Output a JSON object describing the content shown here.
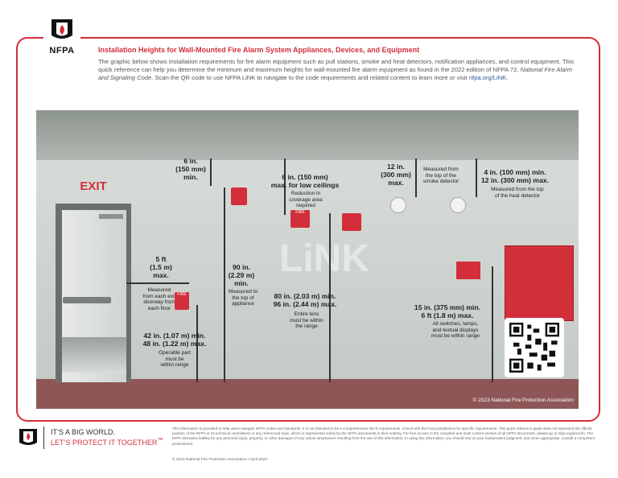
{
  "header": {
    "logo_text": "NFPA",
    "title": "Installation Heights for Wall-Mounted Fire Alarm System Appliances, Devices, and Equipment",
    "intro_1": "The graphic below shows installation requirements for fire alarm equipment such as pull stations, smoke and heat detectors, notification appliances, and control equipment. This quick reference can help you determine the minimum and maximum heights for wall-mounted fire alarm equipment as found in the 2022 edition of NFPA 72",
    "intro_italic": "National Fire Alarm and Signaling Code",
    "intro_2": ". Scan the QR code to use NFPA LiNK",
    "intro_3": " to navigate to the code requirements and related content to learn more or visit ",
    "intro_link": "nfpa.org/LiNK",
    "intro_end": "."
  },
  "scene": {
    "exit_sign": "EXIT",
    "watermark": "LiNK",
    "copyright": "© 2023 National Fire Protection Association",
    "door_dist": {
      "value": "5 ft\n(1.5 m)\nmax.",
      "note": "Measured\nfrom each exit\ndoorway from\neach floor"
    },
    "pull_station": {
      "value": "42 in. (1.07 m) min.\n48 in. (1.22 m) max.",
      "note": "Operable part\nmust be\nwithin range"
    },
    "strobe_ceiling": {
      "value": "6 in.\n(150 mm)\nmin."
    },
    "strobe_height": {
      "value": "90 in.\n(2.29 m)\nmin.",
      "note": "Measured to\nthe top of\nappliance"
    },
    "low_ceiling": {
      "value": "6 in. (150 mm)\nmax. for low ceilings",
      "note": "Reduction in\ncoverage area\nrequired"
    },
    "lens_range": {
      "value": "80 in. (2.03 m) min.\n96 in. (2.44 m) max.",
      "note": "Entire lens\nmust be within\nthe range"
    },
    "smoke": {
      "value": "12 in.\n(300 mm)\nmax.",
      "note": "Measured from\nthe top of the\nsmoke detector"
    },
    "heat": {
      "value": "4 in. (100 mm) min.\n12 in. (300 mm) max.",
      "note": "Measured from the top\nof the heat detector"
    },
    "panel": {
      "value": "15 in. (375 mm) min.\n6 ft (1.8 m) max.",
      "note": "All switches, lamps,\nand textual displays\nmust be within range"
    },
    "device_label_fire": "FIRE"
  },
  "footer": {
    "tag_1": "IT’S A BIG WORLD.",
    "tag_2": "LET’S PROTECT IT TOGETHER",
    "tag_tm": "™",
    "disclaimer": "This information is provided to help users navigate NFPA codes and standards. It is not intended to be a comprehensive list of requirements. Check with the local jurisdictions for specific requirements. This quick reference guide does not represent the official position of the NFPA or its technical committees or any referenced topic, which is represented solely by the NFPA documents in their entirety. For free access to the complete and most current version of all NFPA documents, please go to nfpa.org/docinfo. The NFPA disclaims liability for any personal injury, property, or other damages of any nature whatsoever resulting from the use of this information. In using this information, you should rely on your independent judgment, and when appropriate, consult a competent professional.",
    "date": "© 2023 National Fire Protection Association / April 2023"
  },
  "colors": {
    "brand_red": "#d32f3a",
    "floor": "#8e5656",
    "link": "#2c5aa0"
  }
}
